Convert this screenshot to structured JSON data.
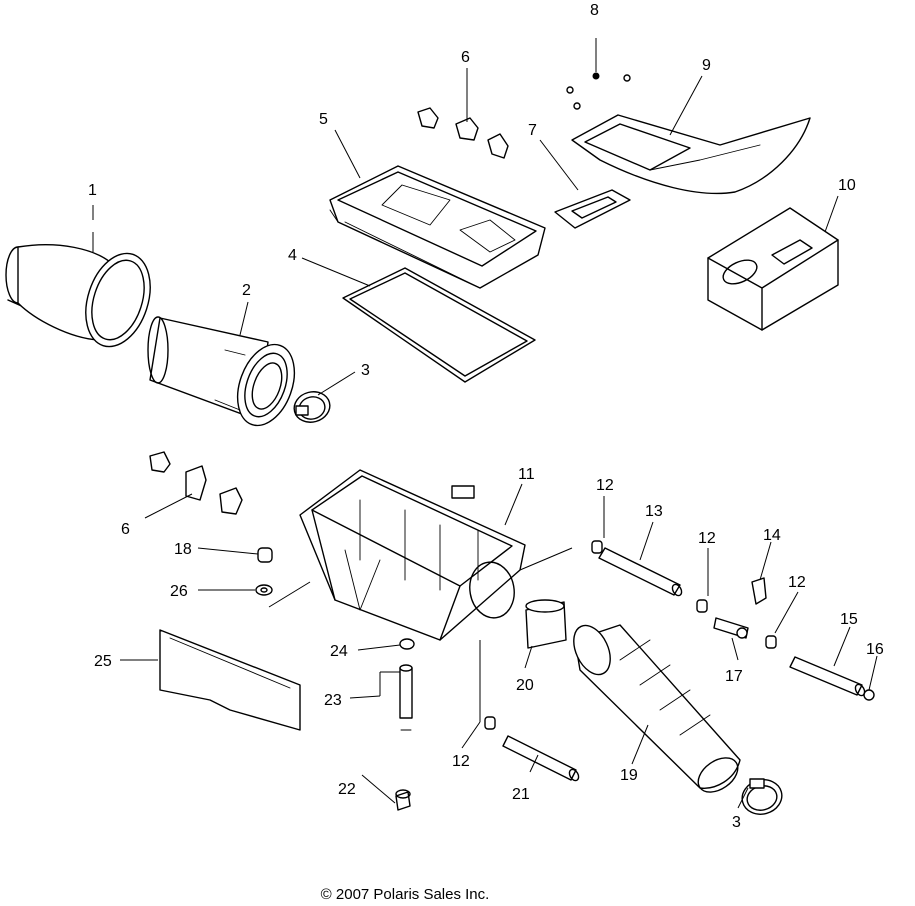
{
  "callouts": {
    "c1": "1",
    "c2": "2",
    "c3a": "3",
    "c3b": "3",
    "c4": "4",
    "c5": "5",
    "c6a": "6",
    "c6b": "6",
    "c7": "7",
    "c8": "8",
    "c9": "9",
    "c10": "10",
    "c11": "11",
    "c12a": "12",
    "c12b": "12",
    "c12c": "12",
    "c12d": "12",
    "c13": "13",
    "c14": "14",
    "c15": "15",
    "c16": "16",
    "c17": "17",
    "c18": "18",
    "c19": "19",
    "c20": "20",
    "c21": "21",
    "c22": "22",
    "c23": "23",
    "c24": "24",
    "c25": "25",
    "c26": "26"
  },
  "footer": {
    "copyright": "© 2007 Polaris Sales Inc."
  }
}
